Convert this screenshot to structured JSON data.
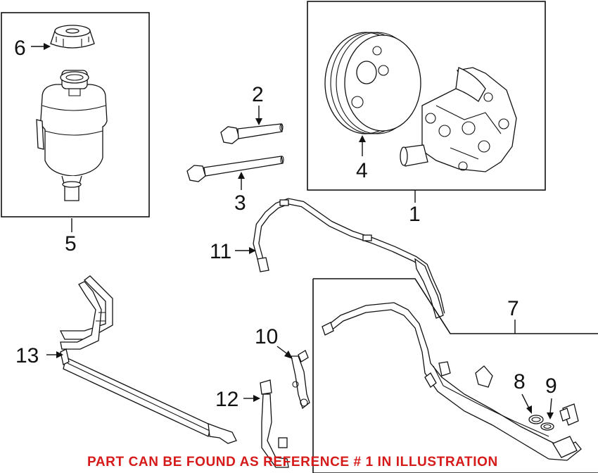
{
  "callouts": {
    "c1": "1",
    "c2": "2",
    "c3": "3",
    "c4": "4",
    "c5": "5",
    "c6": "6",
    "c7": "7",
    "c8": "8",
    "c9": "9",
    "c10": "10",
    "c11": "11",
    "c12": "12",
    "c13": "13"
  },
  "note": "PART CAN BE FOUND AS REFERENCE # 1 IN ILLUSTRATION",
  "colors": {
    "note": "#d61a1a",
    "line": "#111111",
    "background": "#ffffff"
  }
}
